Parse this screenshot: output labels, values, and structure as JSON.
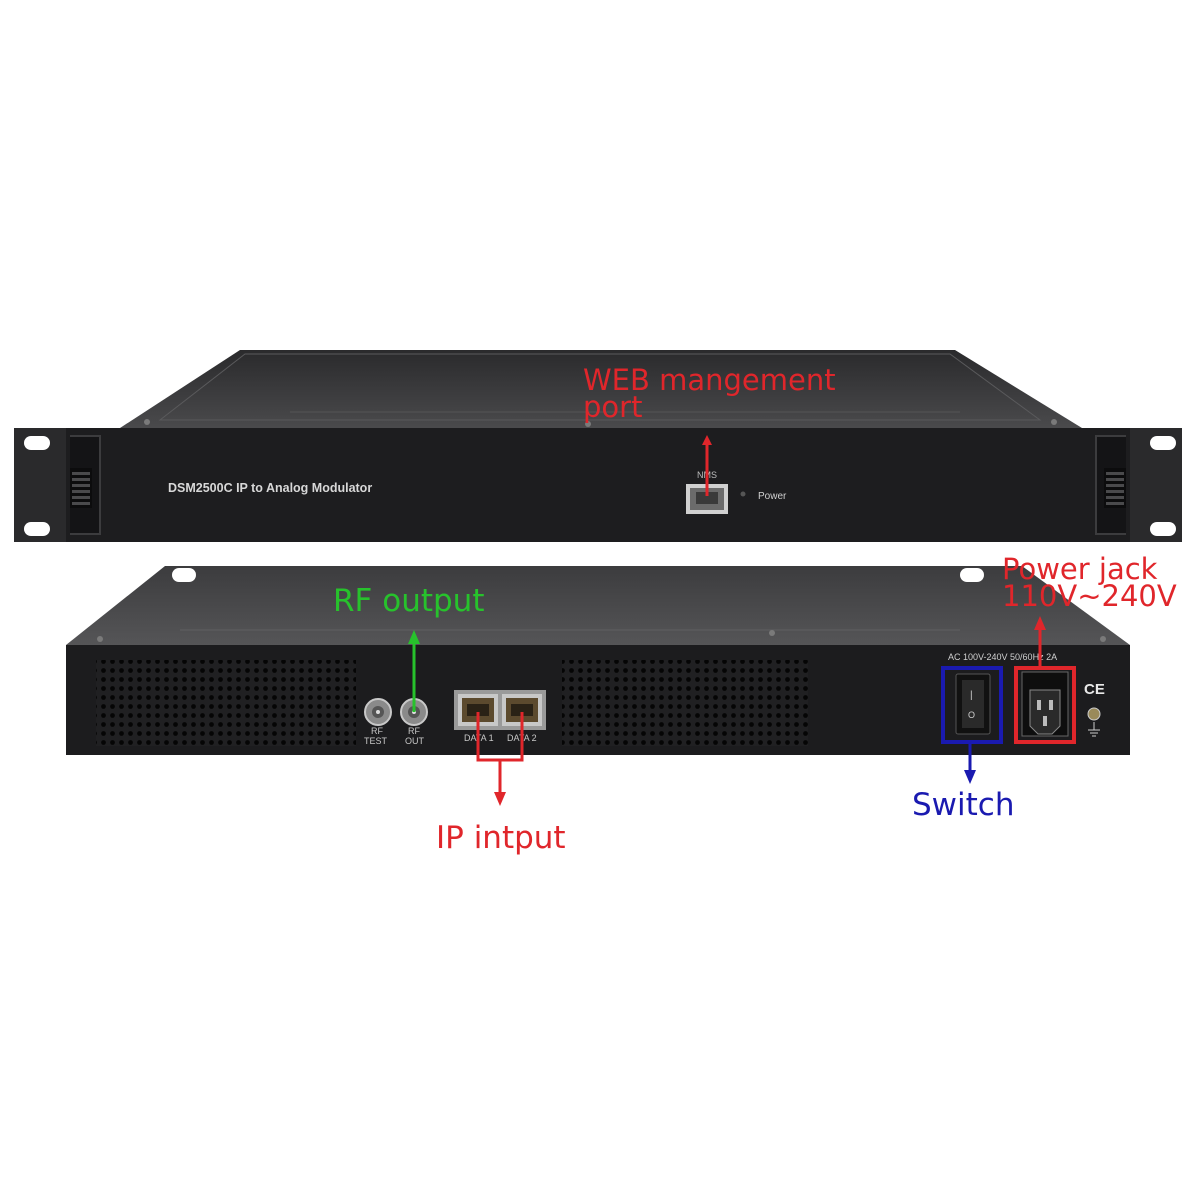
{
  "front_panel": {
    "model_label": "DSM2500C IP to Analog Modulator",
    "nms_port_label": "NMS",
    "power_led_label": "Power"
  },
  "rear_panel": {
    "rf_test_label": [
      "RF",
      "TEST"
    ],
    "rf_out_label": [
      "RF",
      "OUT"
    ],
    "data1_label": "DATA 1",
    "data2_label": "DATA 2",
    "power_rating_label": "AC 100V-240V 50/60Hz 2A",
    "ce_mark": "CE",
    "switch_on_symbol": "|",
    "switch_off_symbol": "O"
  },
  "annotations": {
    "web_port": {
      "lines": [
        "WEB mangement",
        "port"
      ],
      "color": "#e0262b"
    },
    "rf_output": {
      "text": "RF output",
      "color": "#27c22c"
    },
    "ip_input": {
      "text": "IP intput",
      "color": "#e0262b"
    },
    "power_jack": {
      "lines": [
        "Power jack",
        "110V~240V"
      ],
      "color": "#e0262b"
    },
    "switch": {
      "text": "Switch",
      "color": "#1a1ab0"
    }
  },
  "colors": {
    "chassis": "#1c1c1e",
    "chassis_top": "#3a3a3c",
    "annotation_red": "#e0262b",
    "annotation_green": "#27c22c",
    "annotation_blue": "#1a1ab0"
  }
}
